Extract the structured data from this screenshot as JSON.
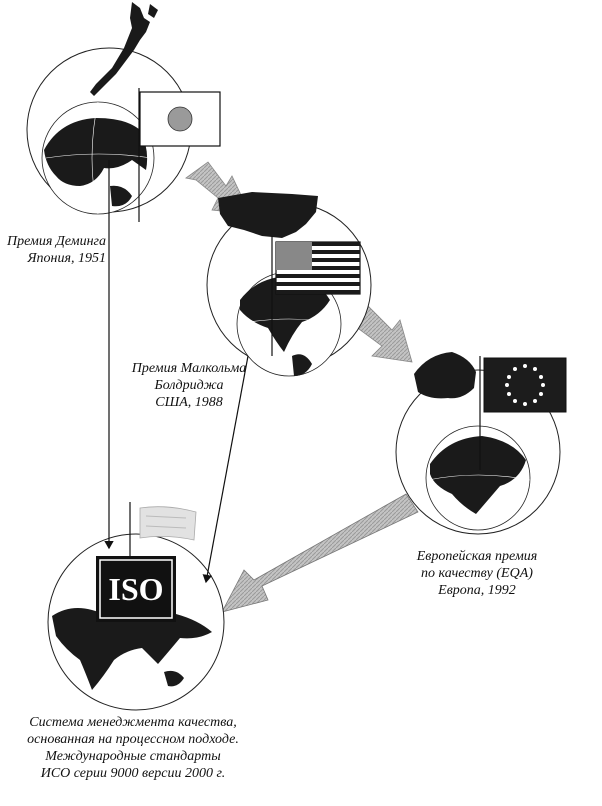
{
  "labels": {
    "japan": [
      "Премия Деминга",
      "Япония, 1951"
    ],
    "usa": [
      "Премия Малкольма",
      "Болдриджа",
      "США, 1988"
    ],
    "europe": [
      "Европейская премия",
      "по качеству (EQA)",
      "Европа, 1992"
    ],
    "iso": [
      "Система менеджмента качества,",
      "основанная на процессном подходе.",
      "Международные стандарты",
      "ИСО серии 9000 версии 2000 г."
    ]
  },
  "iso_logo_text": "ISO",
  "colors": {
    "ink": "#111111",
    "land": "#1a1a1a",
    "arrow_fill": "#bdbdbd",
    "arrow_dark": "#8a8a8a",
    "japan_sun": "#9a9a9a",
    "flag_bg": "#1c1c1c"
  },
  "icons": [
    "globe-icon",
    "japan-flag-icon",
    "usa-flag-icon",
    "eu-flag-icon",
    "iso-logo-icon",
    "world-map-icon"
  ]
}
